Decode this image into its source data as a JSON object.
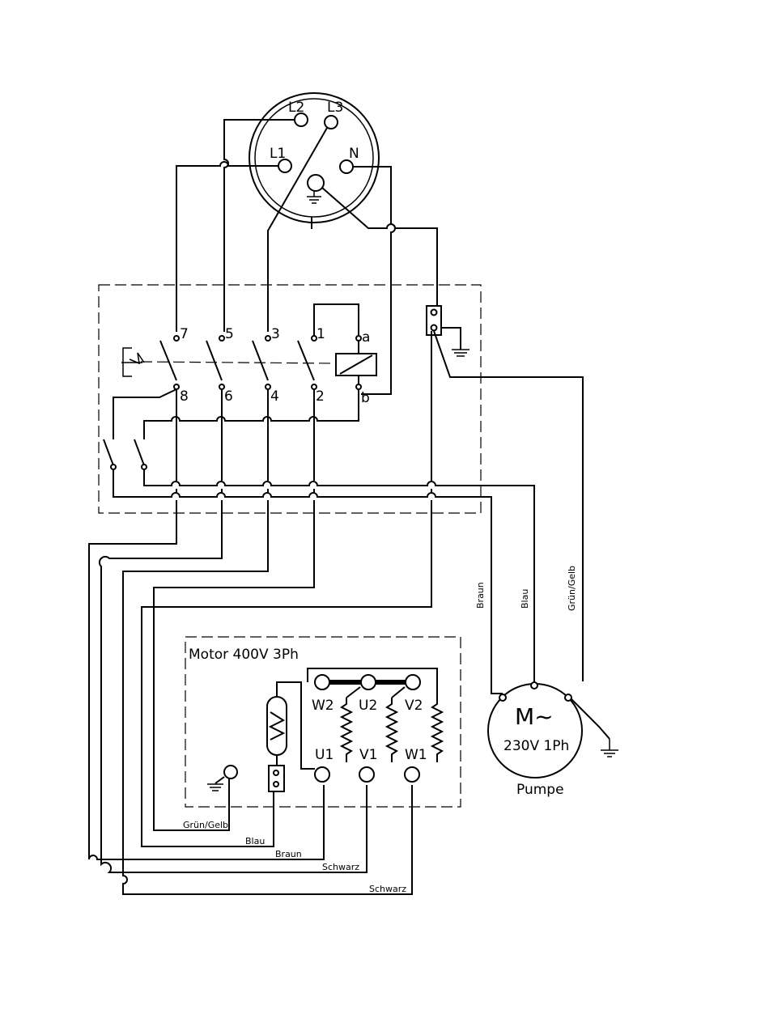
{
  "socket": {
    "pins": {
      "l1": "L1",
      "l2": "L2",
      "l3": "L3",
      "n": "N"
    }
  },
  "switch": {
    "top_terminals": {
      "t7": "7",
      "t5": "5",
      "t3": "3",
      "t1": "1",
      "a": "a"
    },
    "bottom_terminals": {
      "t8": "8",
      "t6": "6",
      "t4": "4",
      "t2": "2",
      "b": "b"
    }
  },
  "motor": {
    "title": "Motor 400V 3Ph",
    "terminals": {
      "w2": "W2",
      "u2": "U2",
      "v2": "V2",
      "u1": "U1",
      "v1": "V1",
      "w1": "W1"
    }
  },
  "pump": {
    "symbol": "M~",
    "rating": "230V 1Ph",
    "label": "Pumpe"
  },
  "wires": {
    "gruen_gelb_motor": "Grün/Gelb",
    "blau_motor": "Blau",
    "braun_motor": "Braun",
    "schwarz_1": "Schwarz",
    "schwarz_2": "Schwarz",
    "braun_pump": "Braun",
    "blau_pump": "Blau",
    "gruen_gelb_pump": "Grün/Gelb"
  }
}
